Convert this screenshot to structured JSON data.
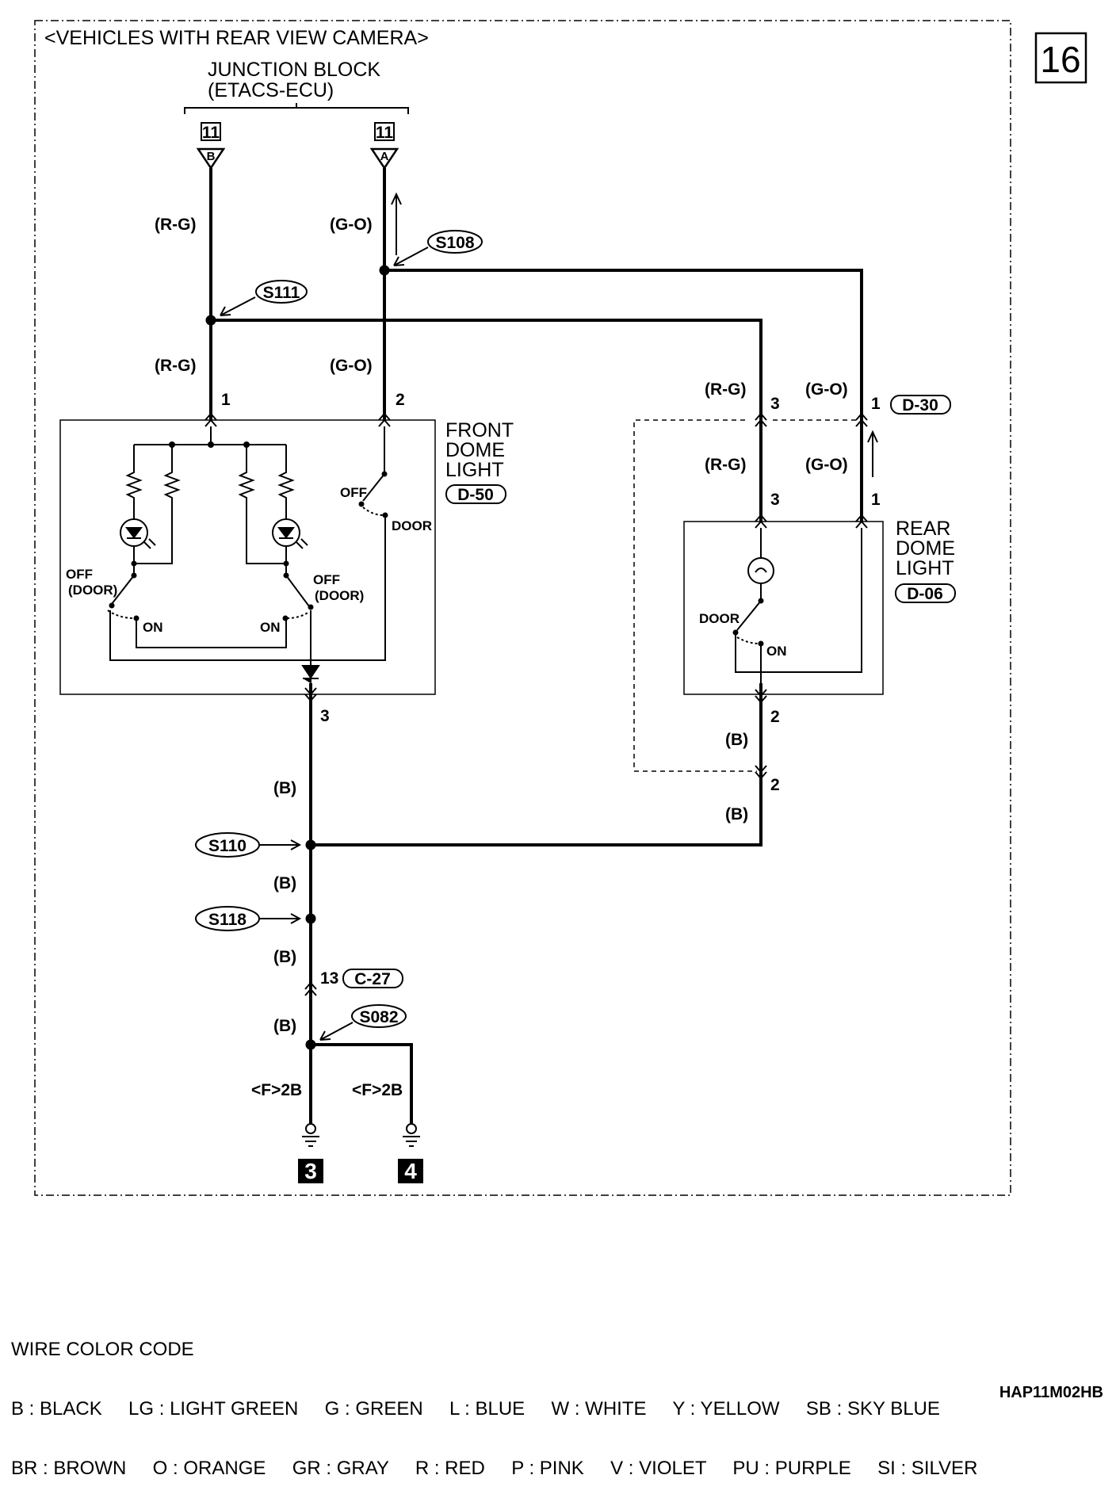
{
  "page_number": "16",
  "frame_title": "<VEHICLES WITH REAR VIEW CAMERA>",
  "junction_block": {
    "line1": "JUNCTION BLOCK",
    "line2": "(ETACS-ECU)"
  },
  "jb_connectors": [
    {
      "number": "11",
      "pin": "B"
    },
    {
      "number": "11",
      "pin": "A"
    }
  ],
  "wire_labels": {
    "rg": "(R-G)",
    "go": "(G-O)",
    "b": "(B)"
  },
  "splices": {
    "s108": "S108",
    "s111": "S111",
    "s110": "S110",
    "s118": "S118",
    "s082": "S082"
  },
  "front_dome": {
    "line1": "FRONT",
    "line2": "DOME",
    "line3": "LIGHT",
    "connector": "D-50",
    "pin1": "1",
    "pin2": "2",
    "pin3": "3",
    "switch_off": "OFF",
    "switch_door": "DOOR",
    "left_off": "OFF",
    "left_door": "(DOOR)",
    "left_on": "ON",
    "right_off": "OFF",
    "right_door": "(DOOR)",
    "right_on": "ON"
  },
  "rear_dome": {
    "line1": "REAR",
    "line2": "DOME",
    "line3": "LIGHT",
    "connector": "D-06",
    "pin3": "3",
    "pin1": "1",
    "pin2": "2",
    "switch_door": "DOOR",
    "switch_on": "ON"
  },
  "connector_d30": {
    "label": "D-30",
    "pin3": "3",
    "pin1": "1",
    "pin2": "2"
  },
  "connector_c27": {
    "label": "C-27",
    "pin": "13"
  },
  "grounds": [
    {
      "location": "<F>2B",
      "number": "3"
    },
    {
      "location": "<F>2B",
      "number": "4"
    }
  ],
  "legend": {
    "title": "WIRE COLOR CODE",
    "row1": "B : BLACK     LG : LIGHT GREEN     G : GREEN     L : BLUE     W : WHITE     Y : YELLOW     SB : SKY BLUE",
    "row2": "BR : BROWN     O : ORANGE     GR : GRAY     R : RED     P : PINK     V : VIOLET     PU : PURPLE     SI : SILVER"
  },
  "drawing_code": "HAP11M02HB"
}
